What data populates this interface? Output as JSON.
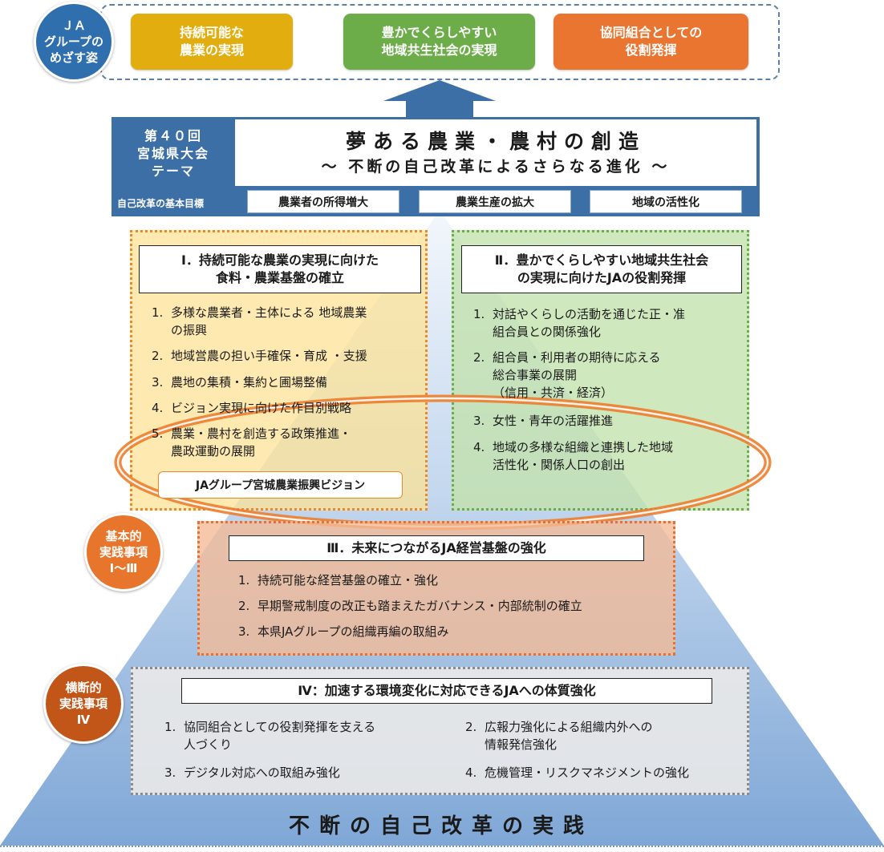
{
  "goals": {
    "badge_lines": [
      "ＪＡ",
      "グループの",
      "めざす姿"
    ],
    "items": [
      {
        "lines": [
          "持続可能な",
          "農業の実現"
        ],
        "color": "#e2ad0f"
      },
      {
        "lines": [
          "豊かでくらしやすい",
          "地域共生社会の実現"
        ],
        "color": "#6cad4a"
      },
      {
        "lines": [
          "協同組合としての",
          "役割発揮"
        ],
        "color": "#ea7530"
      }
    ]
  },
  "theme": {
    "label_lines": [
      "第４０回",
      "宮城県大会",
      "テーマ"
    ],
    "main": "夢ある農業・農村の創造",
    "sub": "～ 不断の自己改革によるさらなる進化 ～",
    "basic_goal_label": "自己改革の基本目標",
    "basic_goals": [
      "農業者の所得増大",
      "農業生産の拡大",
      "地域の活性化"
    ]
  },
  "section1": {
    "title_lines": [
      "Ⅰ．持続可能な農業の実現に向けた",
      "食料・農業基盤の確立"
    ],
    "items": [
      {
        "num": "1.",
        "lines": [
          "多様な農業者・主体による 地域農業",
          "の振興"
        ]
      },
      {
        "num": "2.",
        "lines": [
          "地域営農の担い手確保・育成 ・支援"
        ]
      },
      {
        "num": "3.",
        "lines": [
          "農地の集積・集約と圃場整備"
        ]
      },
      {
        "num": "4.",
        "lines": [
          "ビジョン実現に向けた作目別戦略"
        ]
      },
      {
        "num": "5.",
        "lines": [
          "農業・農村を創造する政策推進・",
          "農政運動の展開"
        ]
      }
    ],
    "vision": "JAグループ宮城農業振興ビジョン"
  },
  "section2": {
    "title_lines": [
      "Ⅱ．豊かでくらしやすい地域共生社会",
      "の実現に向けたJAの役割発揮"
    ],
    "items": [
      {
        "num": "1.",
        "lines": [
          "対話やくらしの活動を通じた正・准",
          "組合員との関係強化"
        ]
      },
      {
        "num": "2.",
        "lines": [
          "組合員・利用者の期待に応える",
          "総合事業の展開",
          "（信用・共済・経済）"
        ]
      },
      {
        "num": "3.",
        "lines": [
          "女性・青年の活躍推進"
        ]
      },
      {
        "num": "4.",
        "lines": [
          "地域の多様な組織と連携した地域",
          "活性化・関係人口の創出"
        ]
      }
    ]
  },
  "section3": {
    "title": "Ⅲ．未来につながるJA経営基盤の強化",
    "items": [
      {
        "num": "1.",
        "lines": [
          "持続可能な経営基盤の確立・強化"
        ]
      },
      {
        "num": "2.",
        "lines": [
          "早期警戒制度の改正も踏まえたガバナンス・内部統制の確立"
        ]
      },
      {
        "num": "3.",
        "lines": [
          "本県JAグループの組織再編の取組み"
        ]
      }
    ]
  },
  "section4": {
    "title": "Ⅳ：加速する環境変化に対応できるJAへの体質強化",
    "items": [
      {
        "num": "1.",
        "lines": [
          "協同組合としての役割発揮を支える",
          "人づくり"
        ]
      },
      {
        "num": "2.",
        "lines": [
          "広報力強化による組織内外への",
          "情報発信強化"
        ]
      },
      {
        "num": "3.",
        "lines": [
          "デジタル対応への取組み強化"
        ]
      },
      {
        "num": "4.",
        "lines": [
          "危機管理・リスクマネジメントの強化"
        ]
      }
    ]
  },
  "badges": {
    "basic_lines": [
      "基本的",
      "実践事項",
      "Ⅰ～Ⅲ"
    ],
    "cross_lines": [
      "横断的",
      "実践事項",
      "Ⅳ"
    ]
  },
  "footer": "不断の自己改革の実践"
}
